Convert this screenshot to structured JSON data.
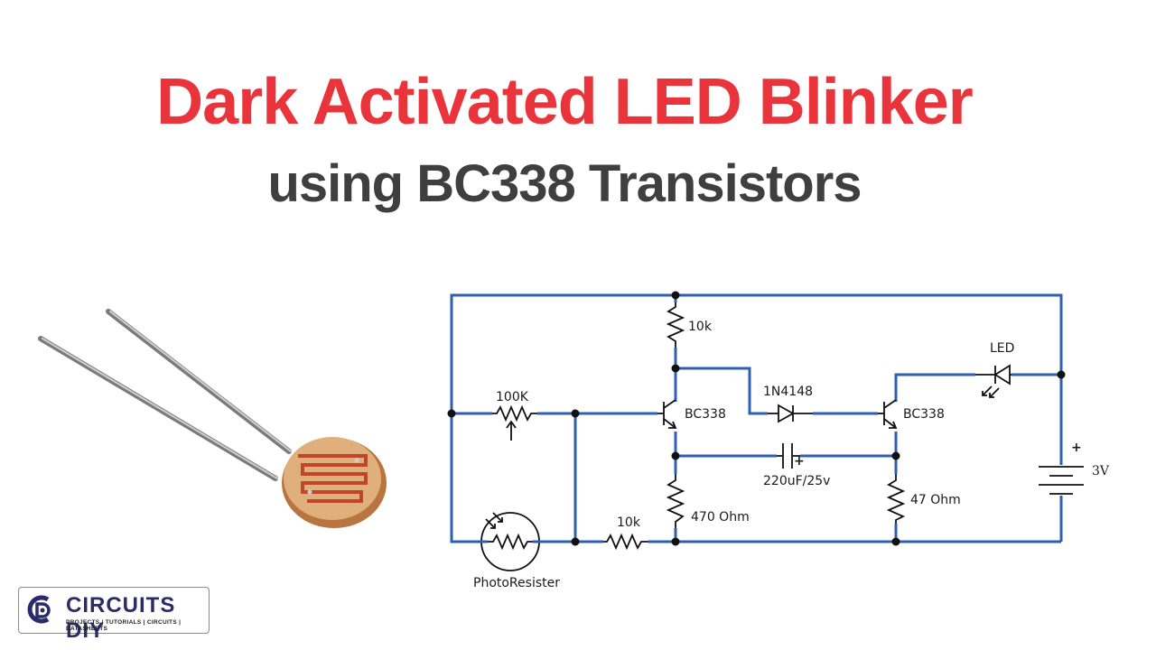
{
  "header": {
    "title": "Dark Activated LED Blinker",
    "subtitle": "using BC338 Transistors"
  },
  "colors": {
    "title": "#e8343a",
    "subtitle": "#3f3f3f",
    "wire": "#2e5fb0",
    "ldr_body": "#c8894f"
  },
  "circuit": {
    "labels": {
      "r_top": "10k",
      "pot": "100K",
      "ldr": "PhotoResister",
      "r_bottom": "10k",
      "q1": "BC338",
      "diode": "1N4148",
      "q2": "BC338",
      "capacitor": "220uF/25v",
      "r_470": "470 Ohm",
      "r_47": "47 Ohm",
      "led": "LED",
      "battery": "3V",
      "battery_plus": "+",
      "cap_plus": "+"
    }
  },
  "logo": {
    "name": "CIRCUITS DIY",
    "tagline": "PROJECTS | TUTORIALS | CIRCUITS | DATASHEETS",
    "icon": "cd-logo-icon"
  }
}
